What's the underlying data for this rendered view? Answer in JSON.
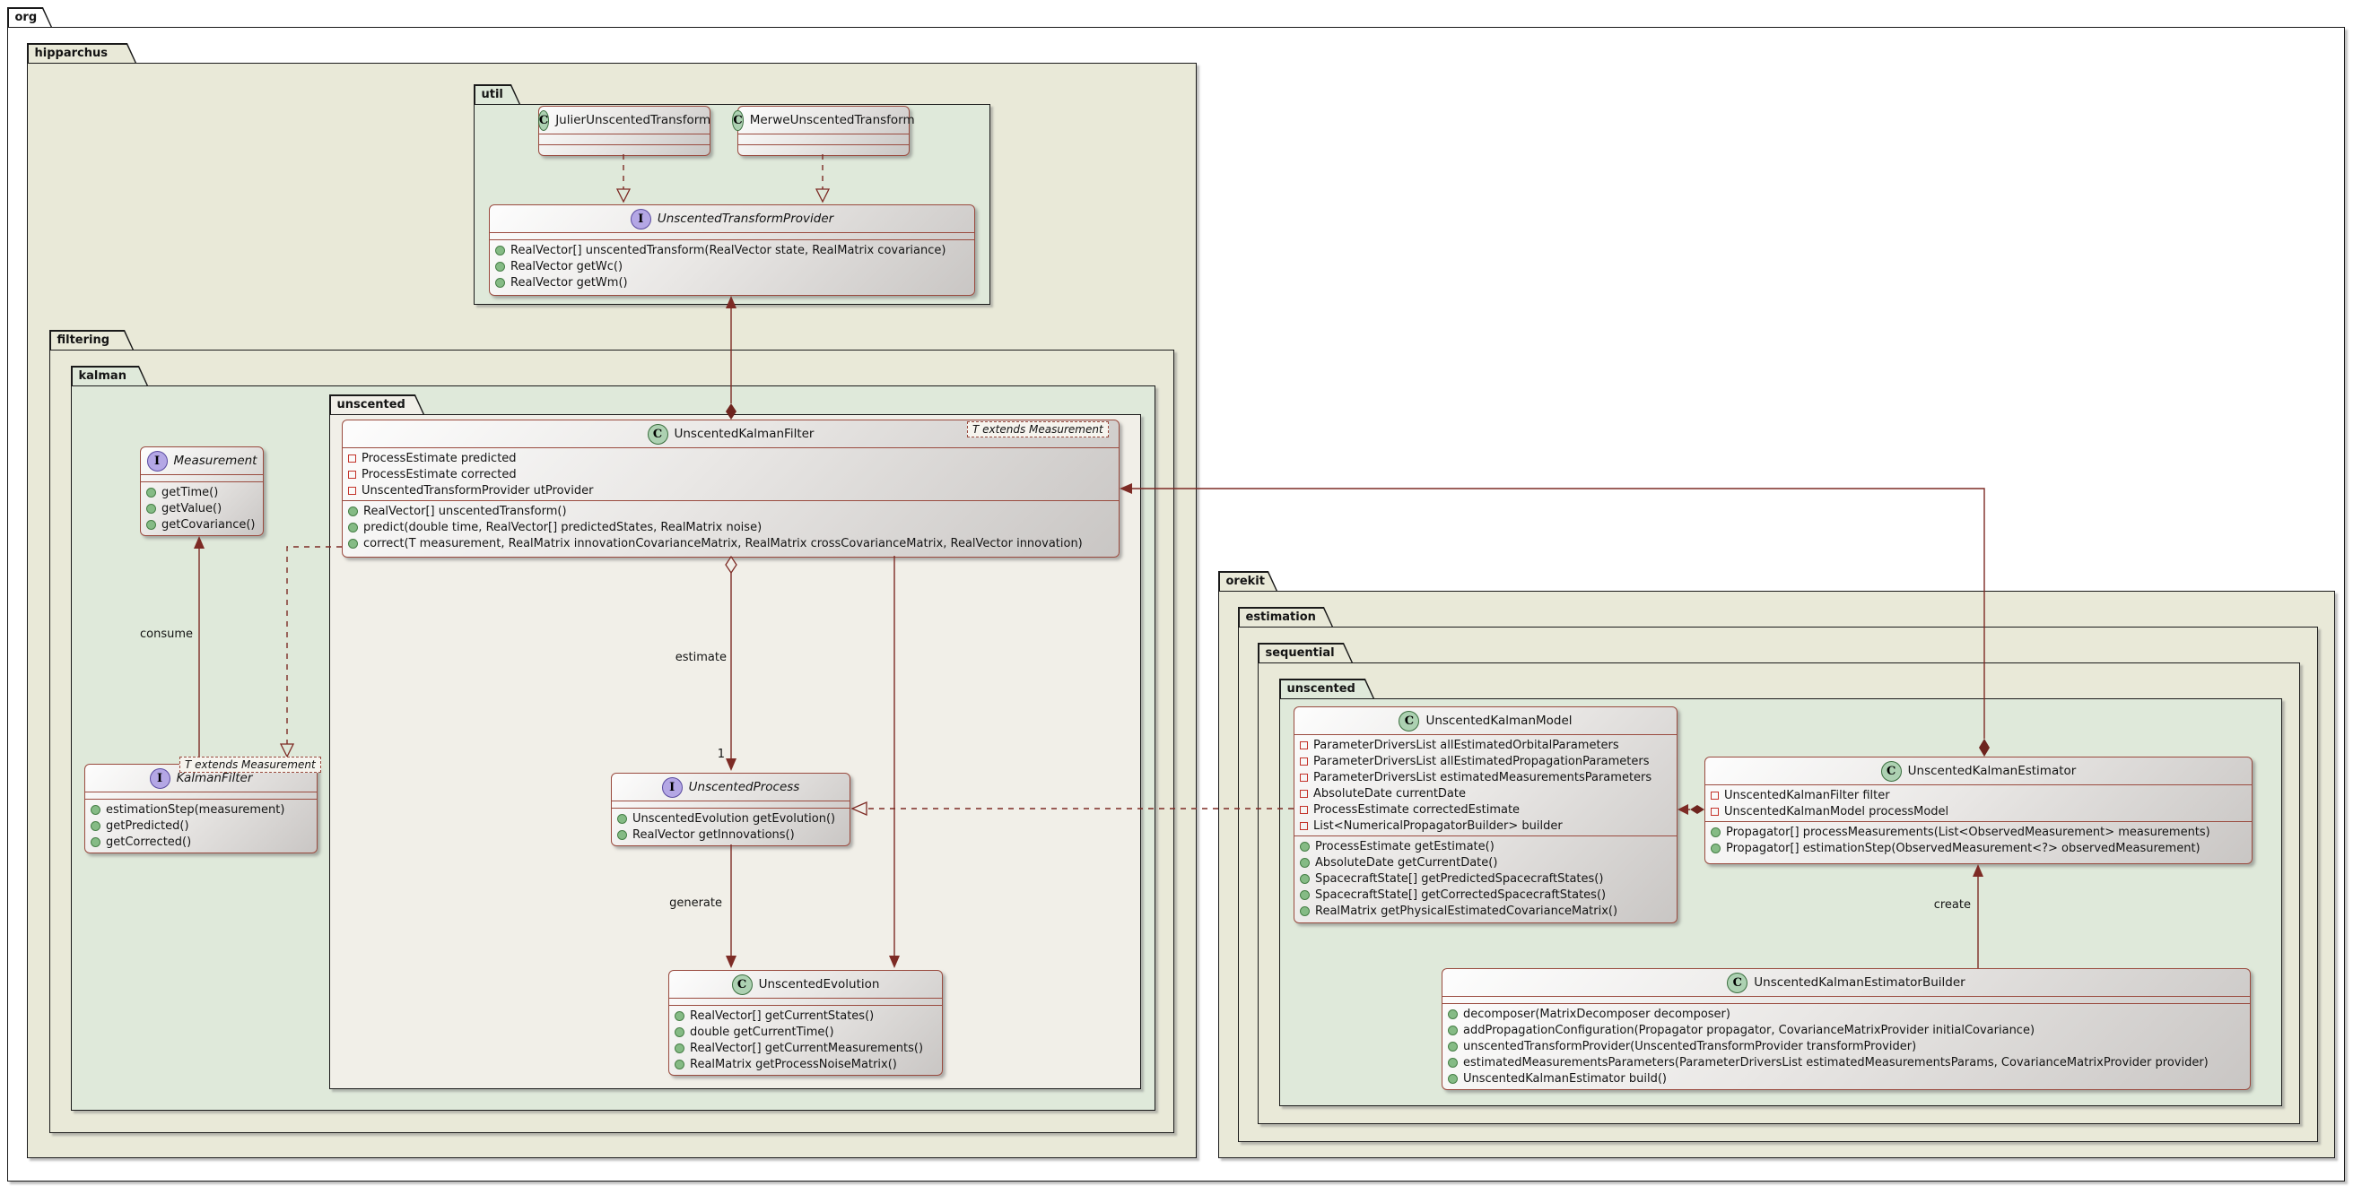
{
  "packages": {
    "org": "org",
    "hipparchus": "hipparchus",
    "util": "util",
    "filtering": "filtering",
    "kalman": "kalman",
    "unscented_left": "unscented",
    "orekit": "orekit",
    "estimation": "estimation",
    "sequential": "sequential",
    "unscented_right": "unscented"
  },
  "templates": {
    "t_extends_measurement": "T extends Measurement"
  },
  "edge_labels": {
    "consume": "consume",
    "estimate": "estimate",
    "estimate_multiplicity": "1",
    "generate": "generate",
    "create": "create"
  },
  "classes": {
    "julier": {
      "stereotype": "class",
      "icon_letter": "C",
      "name": "JulierUnscentedTransform",
      "fields": [],
      "methods": []
    },
    "merwe": {
      "stereotype": "class",
      "icon_letter": "C",
      "name": "MerweUnscentedTransform",
      "fields": [],
      "methods": []
    },
    "utprovider": {
      "stereotype": "interface",
      "icon_letter": "I",
      "name": "UnscentedTransformProvider",
      "fields": [],
      "methods": [
        "RealVector[] unscentedTransform(RealVector state, RealMatrix covariance)",
        "RealVector getWc()",
        "RealVector getWm()"
      ]
    },
    "measurement": {
      "stereotype": "interface",
      "icon_letter": "I",
      "name": "Measurement",
      "fields": [],
      "methods": [
        "getTime()",
        "getValue()",
        "getCovariance()"
      ]
    },
    "kalmanfilter": {
      "stereotype": "interface",
      "icon_letter": "I",
      "name": "KalmanFilter",
      "generic": "T extends Measurement",
      "fields": [],
      "methods": [
        "estimationStep(measurement)",
        "getPredicted()",
        "getCorrected()"
      ]
    },
    "ukf": {
      "stereotype": "class",
      "icon_letter": "C",
      "name": "UnscentedKalmanFilter",
      "generic": "T extends Measurement",
      "fields": [
        "ProcessEstimate predicted",
        "ProcessEstimate corrected",
        "UnscentedTransformProvider utProvider"
      ],
      "methods": [
        "RealVector[] unscentedTransform()",
        "predict(double time, RealVector[] predictedStates, RealMatrix noise)",
        "correct(T measurement, RealMatrix innovationCovarianceMatrix, RealMatrix crossCovarianceMatrix, RealVector innovation)"
      ]
    },
    "process": {
      "stereotype": "interface",
      "icon_letter": "I",
      "name": "UnscentedProcess",
      "fields": [],
      "methods": [
        "UnscentedEvolution getEvolution()",
        "RealVector getInnovations()"
      ]
    },
    "evolution": {
      "stereotype": "class",
      "icon_letter": "C",
      "name": "UnscentedEvolution",
      "fields": [],
      "methods": [
        "RealVector[] getCurrentStates()",
        "double getCurrentTime()",
        "RealVector[] getCurrentMeasurements()",
        "RealMatrix getProcessNoiseMatrix()"
      ]
    },
    "model": {
      "stereotype": "class",
      "icon_letter": "C",
      "name": "UnscentedKalmanModel",
      "fields": [
        "ParameterDriversList allEstimatedOrbitalParameters",
        "ParameterDriversList allEstimatedPropagationParameters",
        "ParameterDriversList estimatedMeasurementsParameters",
        "AbsoluteDate currentDate",
        "ProcessEstimate correctedEstimate",
        "List<NumericalPropagatorBuilder> builder"
      ],
      "methods": [
        "ProcessEstimate getEstimate()",
        "AbsoluteDate getCurrentDate()",
        "SpacecraftState[] getPredictedSpacecraftStates()",
        "SpacecraftState[] getCorrectedSpacecraftStates()",
        "RealMatrix getPhysicalEstimatedCovarianceMatrix()"
      ]
    },
    "estimator": {
      "stereotype": "class",
      "icon_letter": "C",
      "name": "UnscentedKalmanEstimator",
      "fields": [
        "UnscentedKalmanFilter filter",
        "UnscentedKalmanModel processModel"
      ],
      "methods": [
        "Propagator[] processMeasurements(List<ObservedMeasurement> measurements)",
        "Propagator[] estimationStep(ObservedMeasurement<?> observedMeasurement)"
      ]
    },
    "builder": {
      "stereotype": "class",
      "icon_letter": "C",
      "name": "UnscentedKalmanEstimatorBuilder",
      "fields": [],
      "methods": [
        "decomposer(MatrixDecomposer decomposer)",
        "addPropagationConfiguration(Propagator propagator, CovarianceMatrixProvider initialCovariance)",
        "unscentedTransformProvider(UnscentedTransformProvider transformProvider)",
        "estimatedMeasurementsParameters(ParameterDriversList estimatedMeasurementsParams, CovarianceMatrixProvider provider)",
        "UnscentedKalmanEstimator build()"
      ]
    }
  }
}
